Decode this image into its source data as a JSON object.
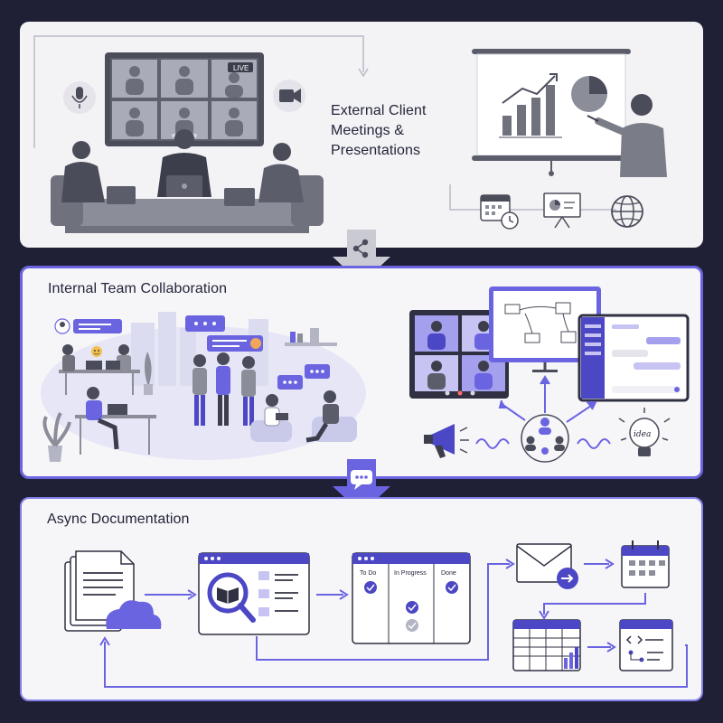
{
  "sections": {
    "external": {
      "title": "External Client Meetings & Presentations"
    },
    "internal": {
      "title": "Internal Team Collaboration"
    },
    "async": {
      "title": "Async Documentation"
    }
  },
  "video_call": {
    "live_badge": "LIVE"
  },
  "idea_bulb": {
    "label": "idea"
  },
  "kanban": {
    "columns": [
      "To Do",
      "In Progress",
      "Done"
    ]
  },
  "colors": {
    "background": "#1f2035",
    "accent": "#6b64e0",
    "accent_dark": "#4c47c4",
    "neutral_dark": "#5b5d6b",
    "panel": "#f6f6f9"
  },
  "icons": [
    "microphone-icon",
    "video-camera-icon",
    "calendar-clock-icon",
    "presentation-board-icon",
    "globe-icon",
    "share-icon",
    "chat-bubble-icon",
    "megaphone-icon",
    "team-network-icon",
    "lightbulb-icon",
    "documents-cloud-icon",
    "search-book-icon",
    "kanban-board-icon",
    "email-forward-icon",
    "calendar-icon",
    "spreadsheet-icon",
    "code-flow-icon"
  ]
}
